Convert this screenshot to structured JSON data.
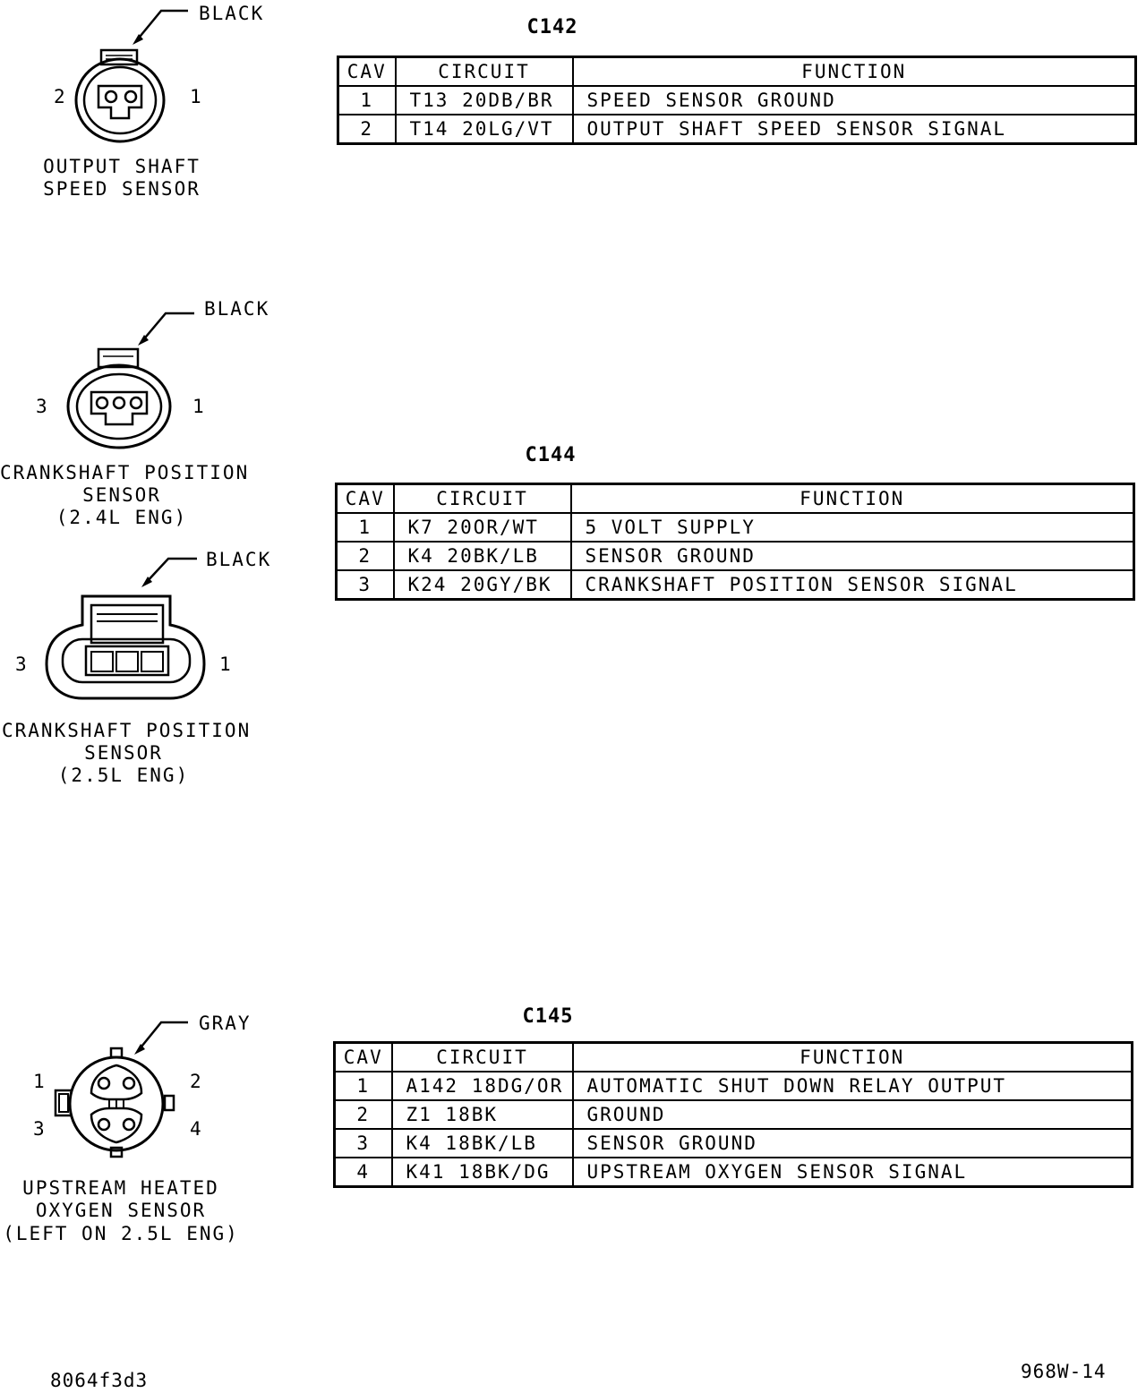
{
  "connectors": [
    {
      "id": "C142",
      "color_label": "BLACK",
      "pin_labels": [
        "2",
        "1"
      ],
      "name_lines": [
        "OUTPUT SHAFT",
        "SPEED SENSOR"
      ],
      "columns": [
        "CAV",
        "CIRCUIT",
        "FUNCTION"
      ],
      "rows": [
        {
          "cav": "1",
          "circuit": "T13 20DB/BR",
          "function": "SPEED SENSOR GROUND"
        },
        {
          "cav": "2",
          "circuit": "T14 20LG/VT",
          "function": "OUTPUT SHAFT SPEED SENSOR SIGNAL"
        }
      ]
    },
    {
      "id": "C144",
      "columns": [
        "CAV",
        "CIRCUIT",
        "FUNCTION"
      ],
      "rows": [
        {
          "cav": "1",
          "circuit": "K7 20OR/WT",
          "function": "5 VOLT SUPPLY"
        },
        {
          "cav": "2",
          "circuit": "K4 20BK/LB",
          "function": "SENSOR GROUND"
        },
        {
          "cav": "3",
          "circuit": "K24 20GY/BK",
          "function": "CRANKSHAFT POSITION SENSOR SIGNAL"
        }
      ],
      "views": [
        {
          "color_label": "BLACK",
          "pin_labels": [
            "3",
            "1"
          ],
          "name_lines": [
            "CRANKSHAFT POSITION",
            "SENSOR",
            "(2.4L ENG)"
          ]
        },
        {
          "color_label": "BLACK",
          "pin_labels": [
            "3",
            "1"
          ],
          "name_lines": [
            "CRANKSHAFT POSITION",
            "SENSOR",
            "(2.5L ENG)"
          ]
        }
      ]
    },
    {
      "id": "C145",
      "color_label": "GRAY",
      "pin_labels": [
        "1",
        "2",
        "3",
        "4"
      ],
      "name_lines": [
        "UPSTREAM HEATED",
        "OXYGEN SENSOR",
        "(LEFT ON 2.5L ENG)"
      ],
      "columns": [
        "CAV",
        "CIRCUIT",
        "FUNCTION"
      ],
      "rows": [
        {
          "cav": "1",
          "circuit": "A142 18DG/OR",
          "function": "AUTOMATIC SHUT DOWN RELAY OUTPUT"
        },
        {
          "cav": "2",
          "circuit": "Z1 18BK",
          "function": "GROUND"
        },
        {
          "cav": "3",
          "circuit": "K4 18BK/LB",
          "function": "SENSOR GROUND"
        },
        {
          "cav": "4",
          "circuit": "K41 18BK/DG",
          "function": "UPSTREAM OXYGEN SENSOR SIGNAL"
        }
      ]
    }
  ],
  "footer": {
    "left_code": "8064f3d3",
    "right_code": "968W-14"
  }
}
